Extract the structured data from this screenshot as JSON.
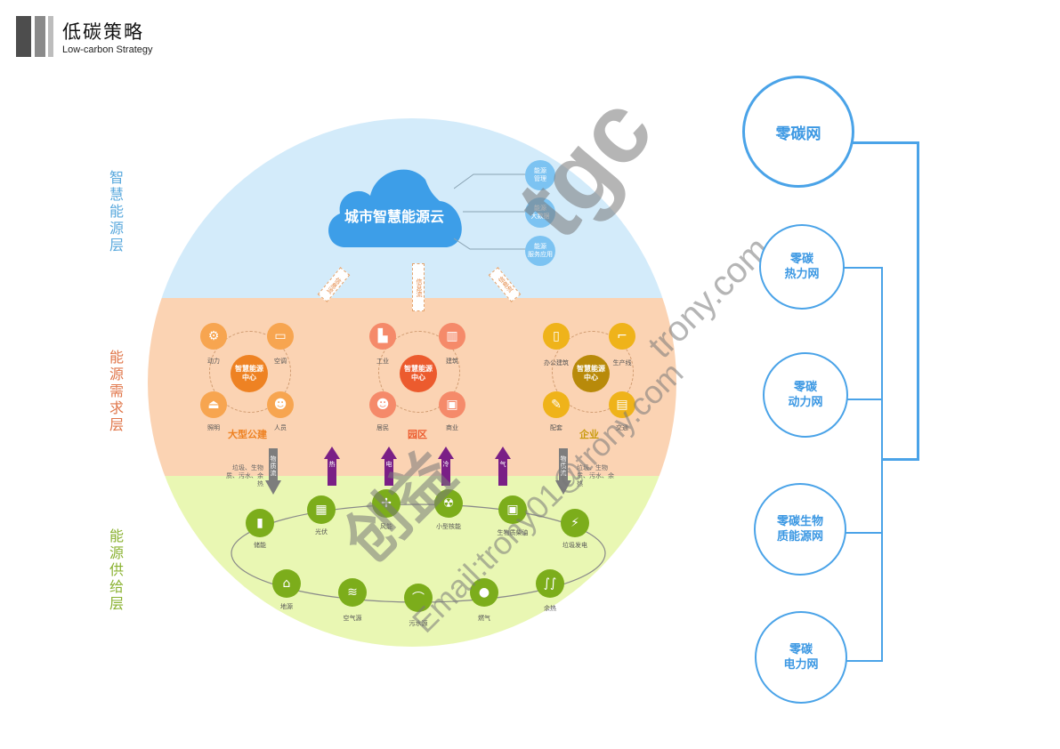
{
  "header": {
    "title": "低碳策略",
    "subtitle": "Low-carbon Strategy",
    "bar_colors": [
      "#4d4d4d",
      "#8a8a8a",
      "#bdbdbd"
    ]
  },
  "layers": [
    {
      "label": "智慧能源层",
      "color": "#5aa9dd",
      "bg": "#d3ebfa"
    },
    {
      "label": "能源需求层",
      "color": "#e0764a",
      "bg": "#fbd3b3"
    },
    {
      "label": "能源供给层",
      "color": "#8ab231",
      "bg": "#e9f7b3"
    }
  ],
  "cloud": {
    "title": "城市智慧能源云",
    "color": "#3d9ee8",
    "satellites": [
      "能源管理",
      "能源大数据",
      "能源服务应用"
    ],
    "info_flows": [
      "信息流",
      "信息流",
      "信息流"
    ]
  },
  "demand_clusters": [
    {
      "title": "大型公建",
      "hub": "智慧能源中心",
      "color": "#f7a550",
      "hub_color": "#ee8223",
      "title_color": "#ee8223",
      "nodes": [
        {
          "label": "动力",
          "icon": "gears-icon",
          "glyph": "⚙"
        },
        {
          "label": "空调",
          "icon": "air-conditioner-icon",
          "glyph": "▭"
        },
        {
          "label": "照明",
          "icon": "lamp-icon",
          "glyph": "⏏"
        },
        {
          "label": "人员",
          "icon": "person-icon",
          "glyph": "👤"
        }
      ]
    },
    {
      "title": "园区",
      "hub": "智慧能源中心",
      "color": "#f58a6a",
      "hub_color": "#ec5b2e",
      "title_color": "#ec5b2e",
      "nodes": [
        {
          "label": "工业",
          "icon": "factory-icon",
          "glyph": "🏭"
        },
        {
          "label": "建筑",
          "icon": "building-icon",
          "glyph": "▥"
        },
        {
          "label": "居民",
          "icon": "residents-icon",
          "glyph": "👥"
        },
        {
          "label": "商业",
          "icon": "shop-icon",
          "glyph": "▣"
        }
      ]
    },
    {
      "title": "企业",
      "hub": "智慧能源中心",
      "color": "#efb31a",
      "hub_color": "#b88a0a",
      "title_color": "#c99a0b",
      "nodes": [
        {
          "label": "办公建筑",
          "icon": "office-icon",
          "glyph": "▯"
        },
        {
          "label": "生产线",
          "icon": "crane-icon",
          "glyph": "⌐"
        },
        {
          "label": "配套",
          "icon": "wrench-icon",
          "glyph": "🔧"
        },
        {
          "label": "交通",
          "icon": "train-icon",
          "glyph": "🚆"
        }
      ]
    }
  ],
  "flows": {
    "material_label": "物质流",
    "side_text": "垃圾、生物质、污水、余热",
    "up": [
      {
        "label": "热"
      },
      {
        "label": "电"
      },
      {
        "label": "冷"
      },
      {
        "label": "气"
      }
    ],
    "material_color": "#7d7d7d",
    "energy_color": "#7a1f86"
  },
  "supply": {
    "color": "#7cad1b",
    "nodes": [
      {
        "label": "储能",
        "icon": "battery-icon",
        "glyph": "▮▮"
      },
      {
        "label": "光伏",
        "icon": "solar-panel-icon",
        "glyph": "▦"
      },
      {
        "label": "风能",
        "icon": "wind-turbine-icon",
        "glyph": "✢"
      },
      {
        "label": "小型核能",
        "icon": "nuclear-icon",
        "glyph": "☢"
      },
      {
        "label": "生物质柴油",
        "icon": "fuel-can-icon",
        "glyph": "⛽"
      },
      {
        "label": "垃圾发电",
        "icon": "lightning-icon",
        "glyph": "⚡"
      },
      {
        "label": "地源",
        "icon": "ground-source-icon",
        "glyph": "⌂"
      },
      {
        "label": "空气源",
        "icon": "air-source-icon",
        "glyph": "≋"
      },
      {
        "label": "污水源",
        "icon": "sewage-icon",
        "glyph": "⌒"
      },
      {
        "label": "燃气",
        "icon": "gas-bottle-icon",
        "glyph": "●"
      },
      {
        "label": "余热",
        "icon": "waste-heat-icon",
        "glyph": "≀≀≀"
      }
    ]
  },
  "tree": {
    "color": "#4aa3e8",
    "root": "零碳网",
    "children": [
      "零碳热力网",
      "零碳动力网",
      "零碳生物质能源网",
      "零碳电力网"
    ],
    "children_lines": [
      [
        "零碳",
        "热力网"
      ],
      [
        "零碳",
        "动力网"
      ],
      [
        "零碳生物",
        "质能源网"
      ],
      [
        "零碳",
        "电力网"
      ]
    ]
  },
  "watermark": {
    "logo": "tgc",
    "brand": "创益",
    "url": "trony.com",
    "email": "Email:trony01@trony.com"
  }
}
